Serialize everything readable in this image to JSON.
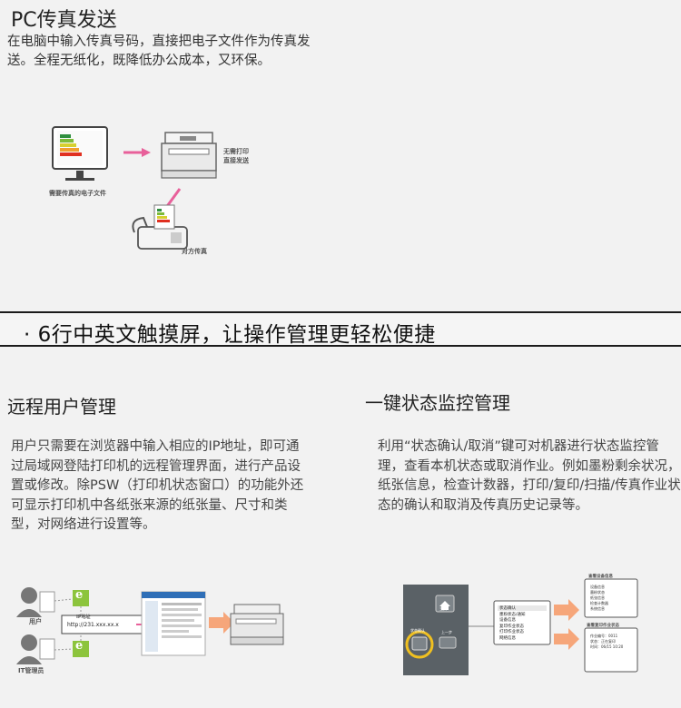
{
  "section1": {
    "title": "PC传真发送",
    "description": "在电脑中输入传真号码，直接把电子文件作为传真发送。全程无纸化，既降低办公成本，又环保。",
    "caption_pc": "需要传真的电子文件",
    "caption_printer": "无需打印\n直接发送",
    "caption_fax": "对方传真"
  },
  "banner": {
    "text": "· 6行中英文触摸屏，让操作管理更轻松便捷"
  },
  "remote": {
    "title": "远程用户管理",
    "description": "用户只需要在浏览器中输入相应的IP地址，即可通过局域网登陆打印机的远程管理界面，进行产品设置或修改。除PSW（打印机状态窗口）的功能外还可显示打印机中各纸张来源的纸张量、尺寸和类型，对网络进行设置等。",
    "user_label": "用户",
    "admin_label": "IT管理员",
    "ie_glyph": "e",
    "address_label": "IP地址",
    "address_value": "http://231.xxx.xx.x"
  },
  "status": {
    "title": "一键状态监控管理",
    "description": "利用“状态确认/取消”键可对机器进行状态监控管理，查看本机状态或取消作业。例如墨粉剩余状况，纸张信息，检查计数器，打印/复印/扫描/传真作业状态的确认和取消及传真历史记录等。",
    "panel_btn1": "主页",
    "panel_btn2": "状态确认",
    "panel_btn3": "上一步",
    "menu_items": [
      "状态确认",
      "墨粉状态/通知",
      "设备信息",
      "复印作业状态",
      "打印作业状态",
      "网络信息"
    ],
    "screen1_title": "查看设备信息",
    "screen1_lines": [
      "设备信息",
      "墨粉状态",
      "纸张信息",
      "检查计数器",
      "系统信息"
    ],
    "screen2_title": "查看复印作业状态",
    "screen2_lines": [
      "作业编号：0011",
      "状态：正在复印",
      "时间：06/15 10:20"
    ]
  },
  "colors": {
    "band_border": "#1b1b1b",
    "arrow_pink": "#e8609a",
    "arrow_orange": "#f6a67a",
    "ie_green": "#8cc43c",
    "highlight_yellow": "#f0c020",
    "panel_dark": "#5a6166"
  }
}
